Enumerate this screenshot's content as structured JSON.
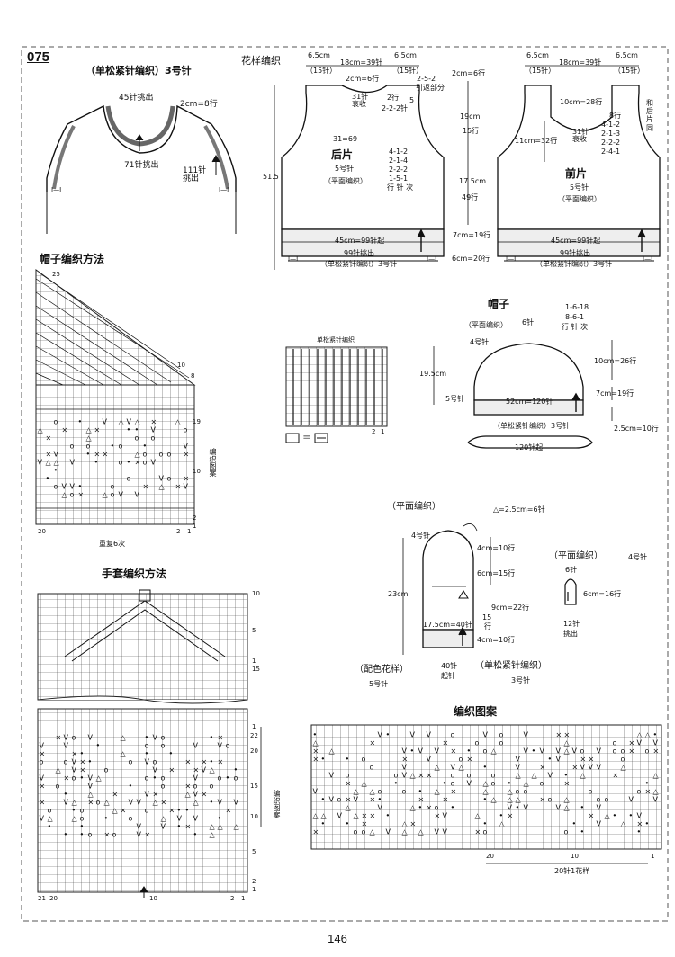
{
  "badge": "075",
  "page_number": "146",
  "vest_top": {
    "title": "（单松紧针编织）3号针",
    "neck_pickup": "45针挑出",
    "rows_2cm": "2cm=8行",
    "front_pickup": "71针挑出",
    "arm_pickup": "111针\n挑出"
  },
  "pattern_label": "花样编织",
  "back": {
    "name": "后片",
    "needle": "5号针",
    "style": "（平面编织）",
    "top_left_cm": "6.5cm",
    "top_left_st": "（15针）",
    "top_mid": "18cm=39针",
    "top_right_cm": "6.5cm",
    "top_right_st": "（15针）",
    "neck_rows": "2cm=6行",
    "right_rows": "2cm=6行",
    "center_bind": "31针\n衰收",
    "neck_dec_a": "2行",
    "neck_dec_b": "2-2-2针",
    "short_rows_a": "2-5-2",
    "short_rows_b": "引返部分",
    "short_rows_c": "5",
    "arm_rows": "19cm",
    "arm_rows2": "15行",
    "mid_count": "31=69",
    "shape_dec": [
      "4-1-2",
      "2-1-4",
      "2-2-2",
      "1-5-1",
      "行 针 次"
    ],
    "side_height": "51.5",
    "body_rows": "17.5cm",
    "body_rows2": "49行",
    "hip_rows": "7cm=19行",
    "cast_on": "45cm=99针起",
    "rib_pick": "99针挑出",
    "rib_label": "（单松紧针编织）3号针",
    "rib_rows": "6cm=20行"
  },
  "front": {
    "name": "前片",
    "needle": "5号针",
    "style": "（平面编织）",
    "top_left_cm": "6.5cm",
    "top_left_st": "（15针）",
    "top_mid": "18cm=39针",
    "top_right_cm": "6.5cm",
    "top_right_st": "（15针）",
    "neck_rows": "10cm=28行",
    "neck_dec_a": "8行",
    "neck_dec": [
      "4-1-2",
      "2-1-3",
      "2-2-2",
      "2-4-1"
    ],
    "center_label": "11cm=32行",
    "center_bind": "31针\n衰收",
    "side_note": "和后片同",
    "cast_on": "45cm=99针起",
    "rib_pick": "99针挑出",
    "rib_label": "（单松紧针编织）3号针"
  },
  "hat_method": {
    "title": "帽子编织方法",
    "top_row": "25",
    "label_10": "10",
    "label_8": "8",
    "side_labels": [
      "19",
      "10",
      "2",
      "1"
    ],
    "side_title": "编织图案",
    "bottom": [
      "20",
      "2",
      "1"
    ],
    "repeat": "重复6次"
  },
  "rib_chart": {
    "title": "单松紧针编织",
    "bottom": [
      "2",
      "1"
    ],
    "legend": "＝"
  },
  "hat": {
    "title": "帽子",
    "style": "（平面编织）",
    "needle_top": "4号针",
    "top_st": "6针",
    "dec": [
      "1-6-18",
      "8-6-1",
      "行 针 次"
    ],
    "height": "19.5cm",
    "needle_side": "5号针",
    "crown_rows": "10cm=26行",
    "body_rows": "7cm=19行",
    "width": "52cm=120针",
    "rib_label": "（单松紧针编织）3号针",
    "rib_rows": "2.5cm=10行",
    "cast_on": "120针起"
  },
  "mitten": {
    "style": "（平面编织）",
    "triangle_note": "△=2.5cm=6针",
    "needle_top": "4号针",
    "rows_a": "4cm=10行",
    "rows_b": "6cm=15行",
    "height": "23cm",
    "rows_c": "9cm=22行",
    "width": "17.5cm=40针",
    "side_15": "15",
    "side_行": "行",
    "rows_d": "4cm=10行",
    "cast_on_a": "40针",
    "cast_on_b": "起针",
    "color_pattern": "（配色花样）",
    "needle_bottom": "5号针",
    "rib_label": "（单松紧针编织）",
    "needle_rib": "3号针"
  },
  "thumb": {
    "style": "（平面编织）",
    "needle": "4号针",
    "top_st": "6针",
    "rows": "6cm=16行",
    "pickup_a": "12针",
    "pickup_b": "挑出"
  },
  "mitten_method": {
    "title": "手套编织方法",
    "top_labels": [
      "10",
      "5",
      "1",
      "15"
    ],
    "side_labels": [
      "1",
      "22",
      "20",
      "15",
      "10",
      "5",
      "2",
      "1"
    ],
    "side_title": "编织图案",
    "bottom": [
      "21",
      "20",
      "10",
      "2",
      "1"
    ]
  },
  "chart_pattern": {
    "title": "编织图案",
    "bottom_labels": [
      "20",
      "10",
      "1"
    ],
    "repeat": "20针1花样"
  },
  "colors": {
    "ink": "#111111",
    "grid": "#333333",
    "paper": "#ffffff"
  }
}
